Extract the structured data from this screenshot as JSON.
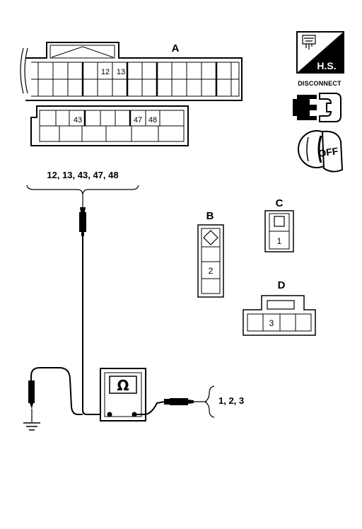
{
  "connectors": {
    "a": {
      "label": "A",
      "top_pins": [
        "12",
        "13"
      ],
      "bottom_pins": [
        "43",
        "47",
        "48"
      ]
    },
    "b": {
      "label": "B",
      "pin": "2"
    },
    "c": {
      "label": "C",
      "pin": "1"
    },
    "d": {
      "label": "D",
      "pin": "3"
    }
  },
  "probe_positive": {
    "pins_text": "12, 13, 43, 47, 48"
  },
  "probe_negative": {
    "pins_text": "1, 2, 3"
  },
  "meter": {
    "symbol": "Ω"
  },
  "badges": {
    "hs": {
      "text": "H.S.",
      "icon": "harness-icon"
    },
    "disconnect": {
      "text": "DISCONNECT",
      "icon": "disconnect-connector-icon"
    },
    "ignition": {
      "text": "OFF",
      "icon": "ignition-switch-icon"
    }
  },
  "colors": {
    "line": "#000000",
    "background": "#ffffff"
  }
}
